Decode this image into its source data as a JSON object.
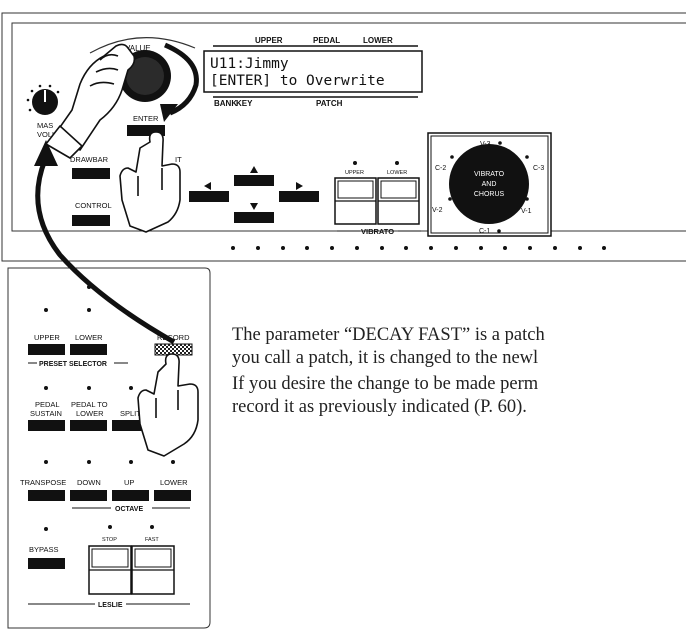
{
  "top_panel": {
    "value_label": "VALUE",
    "master_volume_label_1": "MAS",
    "master_volume_label_2": "VOLU",
    "enter_label": "ENTER",
    "drawbar_label": "DRAWBAR",
    "control_label": "CONTROL",
    "edit_label_partial": "IT"
  },
  "display": {
    "header_upper": "UPPER",
    "header_pedal": "PEDAL",
    "header_lower": "LOWER",
    "line1": "U11:Jimmy",
    "line2": "[ENTER] to Overwrite",
    "footer_bank": "BANK",
    "footer_key": "KEY",
    "footer_patch": "PATCH"
  },
  "vibrato": {
    "upper_label": "UPPER",
    "lower_label": "LOWER",
    "section_label": "VIBRATO",
    "knob_label_1": "VIBRATO",
    "knob_label_2": "AND",
    "knob_label_3": "CHORUS",
    "positions": [
      "V-3",
      "C-3",
      "V-1",
      "C-1",
      "V-2",
      "C-2"
    ]
  },
  "bottom_panel": {
    "record_label": "RECORD",
    "upper_label": "UPPER",
    "lower_label": "LOWER",
    "preset_selector_label": "PRESET SELECTOR",
    "pedal_sustain_1": "PEDAL",
    "pedal_sustain_2": "SUSTAIN",
    "pedal_to_lower_1": "PEDAL TO",
    "pedal_to_lower_2": "LOWER",
    "split_label": "SPLIT",
    "transpose_label": "TRANSPOSE",
    "down_label": "DOWN",
    "up_label": "UP",
    "octave_lower_label": "LOWER",
    "octave_label": "OCTAVE",
    "bypass_label": "BYPASS",
    "stop_label": "STOP",
    "fast_label": "FAST",
    "leslie_label": "LESLIE"
  },
  "description": {
    "para1_line1": "The parameter “DECAY FAST” is a patch",
    "para1_line2": "you call a patch, it is changed to the newl",
    "para2_line1": "If you desire the change to be made perm",
    "para2_line2": "record it as previously indicated (P. 60)."
  }
}
